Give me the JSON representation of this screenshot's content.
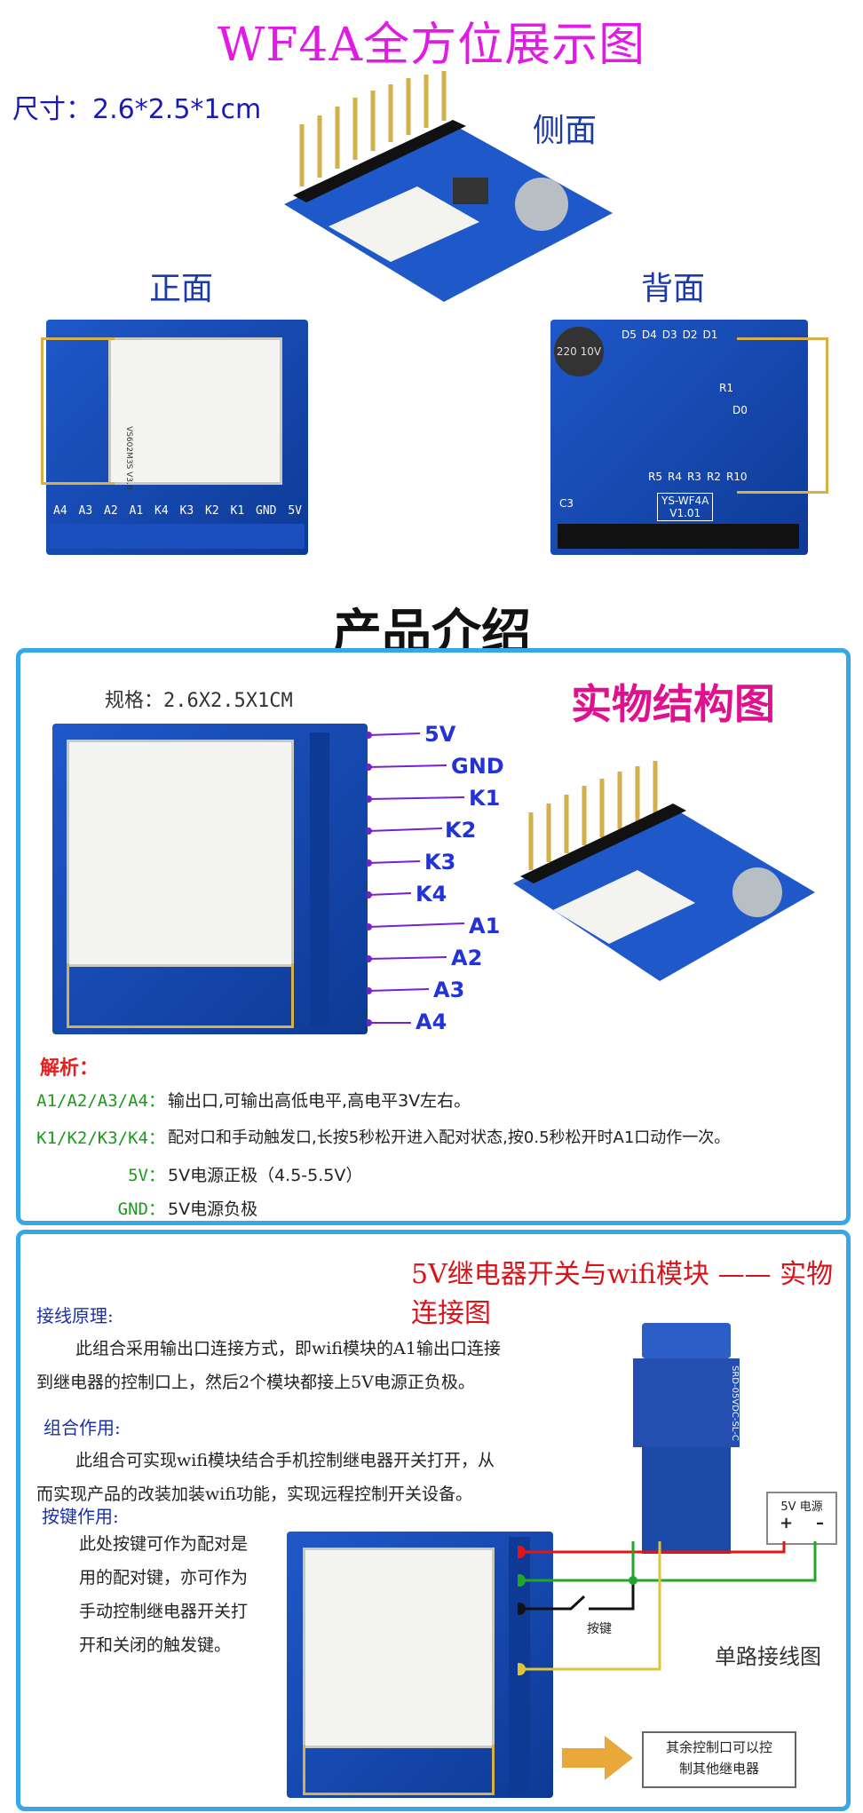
{
  "header": {
    "title": "WF4A全方位展示图",
    "size": "尺寸：2.6*2.5*1cm",
    "side": "侧面",
    "front": "正面",
    "back": "背面"
  },
  "front_board": {
    "pins": [
      "A4",
      "A3",
      "A2",
      "A1",
      "K4",
      "K3",
      "K2",
      "K1",
      "GND",
      "5V"
    ],
    "shield_text": "VS602M3S V3.0"
  },
  "back_board": {
    "labels": [
      "D5",
      "D4",
      "D3",
      "D2",
      "D1",
      "R1",
      "D0",
      "R5",
      "R4",
      "R3",
      "R2",
      "R10",
      "C3",
      "YS-WF4A",
      "V1.01"
    ],
    "cap": "220 10V"
  },
  "intro": {
    "title": "产品介绍",
    "spec": "规格：2.6X2.5X1CM",
    "structure": "实物结构图",
    "pins": [
      "5V",
      "GND",
      "K1",
      "K2",
      "K3",
      "K4",
      "A1",
      "A2",
      "A3",
      "A4"
    ],
    "analysis_head": "解析：",
    "analysis": [
      {
        "k": "A1/A2/A3/A4：",
        "v": "输出口,可输出高低电平,高电平3V左右。"
      },
      {
        "k": "K1/K2/K3/K4：",
        "v": "配对口和手动触发口,长按5秒松开进入配对状态,按0.5秒松开时A1口动作一次。"
      },
      {
        "k": "5V：",
        "v": "5V电源正极（4.5-5.5V）"
      },
      {
        "k": "GND：",
        "v": "5V电源负极"
      }
    ]
  },
  "connection": {
    "title": "5V继电器开关与wifi模块 —— 实物连接图",
    "wiring_head": "接线原理:",
    "wiring_text": [
      "此组合采用输出口连接方式，即wifi模块的A1输出口连接",
      "到继电器的控制口上，然后2个模块都接上5V电源正负极。"
    ],
    "combo_head": "组合作用:",
    "combo_text": [
      "此组合可实现wifi模块结合手机控制继电器开关打开，从",
      "而实现产品的改装加装wifi功能，实现远程控制开关设备。"
    ],
    "key_head": "按键作用:",
    "key_text": [
      "此处按键可作为配对是",
      "用的配对键，亦可作为",
      "手动控制继电器开关打",
      "开和关闭的触发键。"
    ],
    "power": "5V 电源",
    "plus": "+",
    "minus": "–",
    "button": "按键",
    "single": "单路接线图",
    "note": [
      "其余控制口可以控",
      "制其他继电器"
    ],
    "relay_text": "SRD-05VDC-SL-C"
  }
}
